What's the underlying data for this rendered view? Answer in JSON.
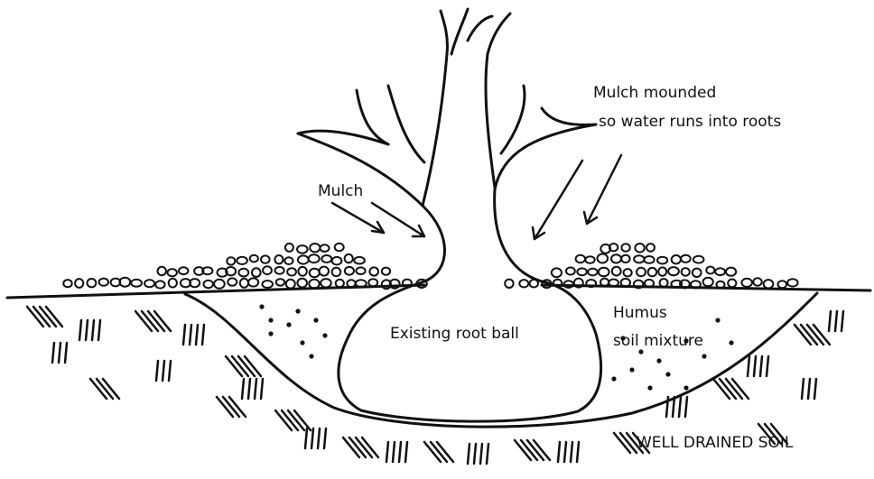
{
  "labels": {
    "mulch_mounded_line1": "Mulch mounded",
    "mulch_mounded_line2": "so water runs into roots",
    "mulch": "Mulch",
    "existing_root_ball": "Existing root ball",
    "humus_line1": "Humus",
    "humus_line2": "soil mixture",
    "well_drained_soil": "WELL DRAINED SOIL"
  },
  "colors": {
    "ink": "#111111",
    "background": "#ffffff"
  }
}
